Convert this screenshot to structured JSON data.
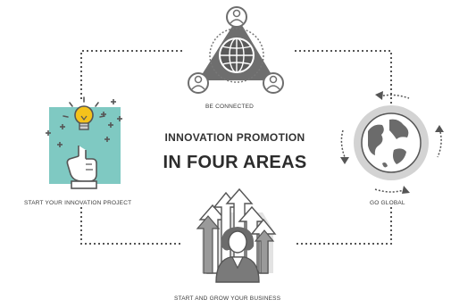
{
  "title": {
    "line1": "INNOVATION PROMOTION",
    "line2": "IN FOUR AREAS"
  },
  "nodes": {
    "top": {
      "label": "BE CONNECTED",
      "icon": "network-triangle-icon"
    },
    "right": {
      "label": "GO GLOBAL",
      "icon": "globe-icon"
    },
    "bottom": {
      "label": "START AND GROW YOUR BUSINESS",
      "icon": "businesswoman-growth-icon"
    },
    "left": {
      "label": "START YOUR INNOVATION PROJECT",
      "icon": "idea-hand-icon"
    }
  },
  "colors": {
    "connector": "#555555",
    "left_panel": "#7fc9c2",
    "bulb": "#f4c21b",
    "dark_gray": "#6b6b6b",
    "mid_gray": "#9a9a9a",
    "light_gray": "#c8c8c8"
  }
}
